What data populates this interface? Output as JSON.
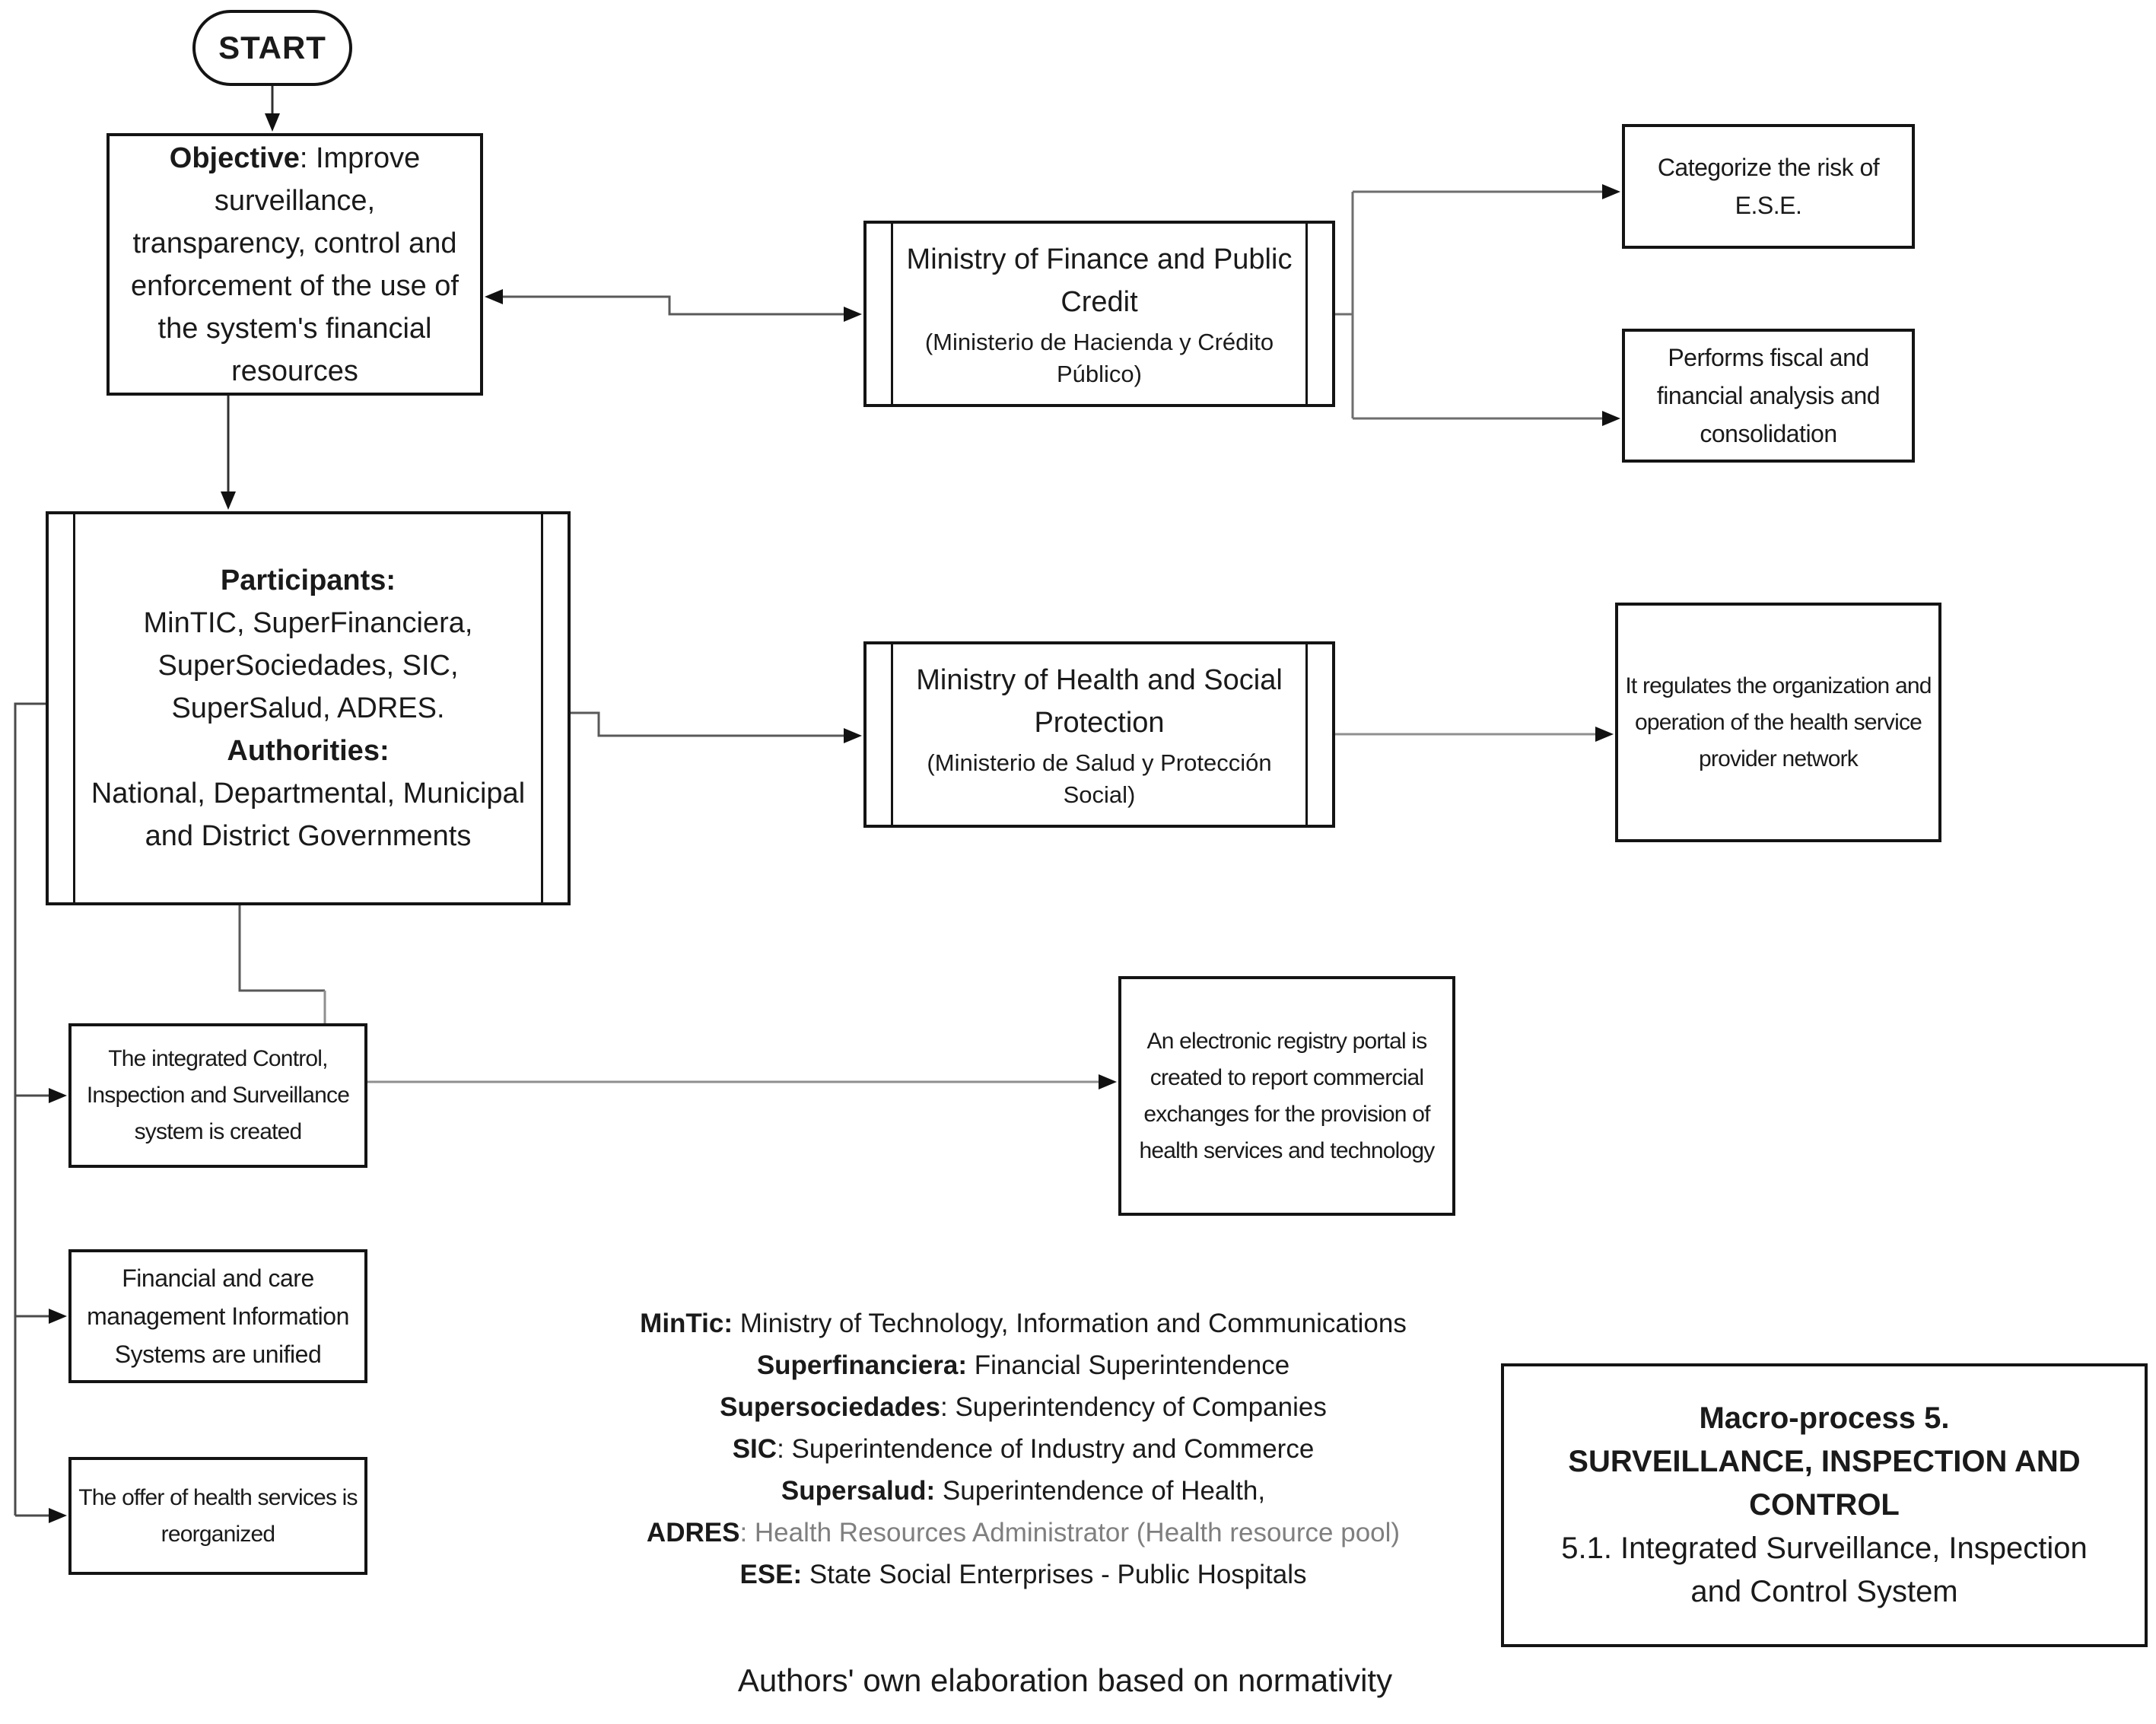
{
  "nodes": {
    "start": {
      "label": "START"
    },
    "objective": {
      "bold": "Objective",
      "text": ": Improve surveillance, transparency, control and enforcement of the use of the system's financial resources"
    },
    "finance": {
      "title": "Ministry of Finance and Public Credit",
      "subtitle": "(Ministerio de Hacienda y Crédito Público)"
    },
    "categorize": {
      "text": "Categorize the risk of E.S.E."
    },
    "performs": {
      "text": "Performs fiscal and financial analysis and consolidation"
    },
    "participants": {
      "label1": "Participants:",
      "text1": "MinTIC, SuperFinanciera, SuperSociedades, SIC, SuperSalud, ADRES.",
      "label2": "Authorities:",
      "text2": "National, Departmental, Municipal and District Governments"
    },
    "health": {
      "title": "Ministry of Health and Social Protection",
      "subtitle": "(Ministerio de Salud y Protección Social)"
    },
    "regulates": {
      "text": "It regulates the organization and operation of the health service provider network"
    },
    "integrated": {
      "text": "The integrated Control, Inspection and Surveillance system is created"
    },
    "registry": {
      "text": "An electronic registry portal is created to report commercial exchanges for the provision of health services and technology"
    },
    "financial": {
      "text": "Financial and care management Information Systems are unified"
    },
    "offer": {
      "text": "The offer of health services is reorganized"
    },
    "macro": {
      "line1": "Macro-process 5.",
      "line2": "SURVEILLANCE, INSPECTION AND CONTROL",
      "line3": "5.1. Integrated Surveillance, Inspection and Control System"
    }
  },
  "legend": {
    "items": [
      {
        "term": "MinTic:",
        "def": " Ministry of Technology, Information and Communications"
      },
      {
        "term": "Superfinanciera:",
        "def": " Financial Superintendence"
      },
      {
        "term": "Supersociedades",
        "def": ": Superintendency of Companies"
      },
      {
        "term": "SIC",
        "def": ": Superintendence of Industry and Commerce"
      },
      {
        "term": "Supersalud:",
        "def": " Superintendence of Health,"
      },
      {
        "term": "ADRES",
        "def": ": Health Resources Administrator (Health resource pool)"
      },
      {
        "term": "ESE:",
        "def": " State Social Enterprises - Public Hospitals"
      }
    ]
  },
  "caption": "Authors' own elaboration based on normativity",
  "colors": {
    "border": "#141414",
    "connector_dark": "#303030",
    "connector_mid": "#595959",
    "connector_light": "#8f8f8f",
    "arrowhead": "#111111",
    "muted_text": "#7f7f7f"
  }
}
